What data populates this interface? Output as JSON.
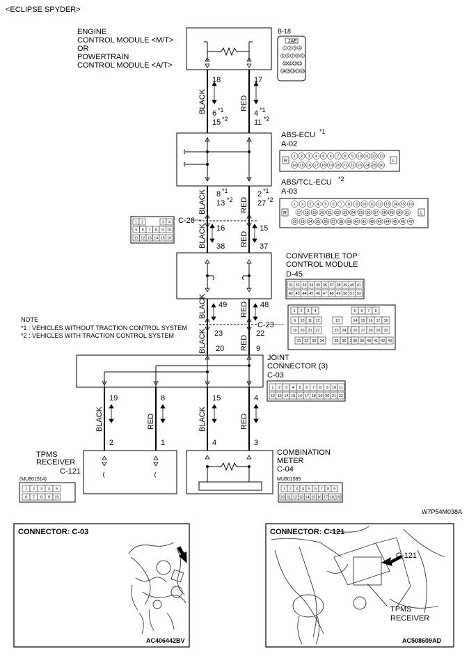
{
  "title": "<ECLIPSE SPYDER>",
  "engine_module": {
    "line1": "ENGINE",
    "line2": "CONTROL MODULE <M/T>",
    "line3": "OR",
    "line4": "POWERTRAIN",
    "line5": "CONTROL MODULE <A/T>",
    "connector_id": "B-18",
    "connector_tag": "JAE",
    "connector_pins": [
      "1",
      "2",
      "3",
      "4",
      "5",
      "6",
      "7",
      "8",
      "9",
      "10",
      "11",
      "12",
      "13",
      "14",
      "15",
      "16",
      "17",
      "18"
    ]
  },
  "wires_top": {
    "left_color": "BLACK",
    "right_color": "RED",
    "left_pin": "18",
    "right_pin": "17",
    "left_abs_a": "6",
    "left_abs_b": "15",
    "right_abs_a": "4",
    "right_abs_b": "11",
    "note1": "*1",
    "note2": "*2"
  },
  "abs_ecu": {
    "label": "ABS-ECU",
    "note": "*1",
    "connector_id": "A-02",
    "tag_left": "R",
    "tag_right": "L",
    "row1": [
      "1",
      "2",
      "3",
      "4",
      "5",
      "6",
      "7",
      "8",
      "9",
      "10",
      "11",
      "12",
      "13"
    ],
    "row2": [
      "14",
      "15",
      "16",
      "17",
      "18",
      "19",
      "20",
      "21",
      "22",
      "23",
      "24",
      "25",
      "26"
    ]
  },
  "abs_tcl_ecu": {
    "label": "ABS/TCL-ECU",
    "note": "*2",
    "connector_id": "A-03",
    "tag_left": "R",
    "tag_right": "L",
    "row1": [
      "1",
      "2",
      "3",
      "4",
      "5",
      "6",
      "7",
      "8",
      "9",
      "10",
      "11",
      "12",
      "13",
      "14",
      "15",
      "16"
    ],
    "row2": [
      "17",
      "18",
      "19",
      "20",
      "21",
      "22",
      "23",
      "24",
      "25",
      "26",
      "27",
      "28",
      "29",
      "30",
      "31"
    ],
    "row3": [
      "32",
      "33",
      "34",
      "35",
      "36",
      "37",
      "38",
      "39",
      "40",
      "41",
      "42",
      "43",
      "44",
      "45",
      "46",
      "47"
    ]
  },
  "wires_abs_out": {
    "left_a": "8",
    "left_b": "13",
    "right_a": "2",
    "right_b": "27",
    "left_color": "BLACK",
    "right_color": "RED"
  },
  "c26": {
    "connector_id": "C-26",
    "left_pin_in": "16",
    "right_pin_in": "15",
    "left_pin_out": "38",
    "right_pin_out": "37",
    "pins": [
      "1",
      "2",
      "3",
      "4",
      "5",
      "6",
      "7",
      "8",
      "9",
      "10",
      "11",
      "12",
      "13",
      "14",
      "15",
      "16"
    ]
  },
  "convertible_top": {
    "line1": "CONVERTIBLE TOP",
    "line2": "CONTROL MODULE",
    "connector_id": "D-45",
    "row1": [
      "31",
      "32",
      "33",
      "34",
      "35",
      "36",
      "37",
      "38",
      "39",
      "40",
      "41"
    ],
    "row2": [
      "42",
      "43",
      "44",
      "45",
      "46",
      "47",
      "48",
      "49",
      "50",
      "51",
      "52"
    ]
  },
  "c23": {
    "connector_id": "C-23",
    "left_pin_in": "49",
    "right_pin_in": "48",
    "left_pin_out": "23",
    "right_pin_out": "22",
    "left_color": "BLACK",
    "right_color": "RED",
    "pins": [
      "1",
      "2",
      "3",
      "4",
      "5",
      "6",
      "7",
      "8",
      "9",
      "10",
      "11",
      "12",
      "13",
      "14",
      "15",
      "16",
      "17",
      "18",
      "19",
      "20",
      "21",
      "22",
      "23",
      "24",
      "25",
      "26",
      "27",
      "28",
      "29",
      "30",
      "31",
      "32",
      "33",
      "34",
      "35",
      "36",
      "37",
      "38",
      "39",
      "40",
      "41",
      "42",
      "43"
    ]
  },
  "notes": {
    "heading": "NOTE",
    "n1": "*1 : VEHICLES WITHOUT TRACTION CONTROL SYSTEM",
    "n2": "*2 : VEHICLES WITH TRACTION CONTROL SYSTEM"
  },
  "joint": {
    "line1": "JOINT",
    "line2": "CONNECTOR (3)",
    "connector_id": "C-03",
    "pin_left": "20",
    "pin_right": "9",
    "row1": [
      "1",
      "2",
      "3",
      "4",
      "5",
      "6",
      "7",
      "8",
      "9",
      "10",
      "11"
    ],
    "row2": [
      "12",
      "13",
      "14",
      "15",
      "16",
      "17",
      "18",
      "19",
      "20",
      "21",
      "22"
    ]
  },
  "lower_wires": {
    "w1_pin": "19",
    "w1_color": "BLACK",
    "w2_pin": "8",
    "w2_color": "RED",
    "w3_pin": "15",
    "w3_color": "BLACK",
    "w4_pin": "4",
    "w4_color": "RED",
    "tpms_pin_a": "2",
    "tpms_pin_b": "1",
    "meter_pin_a": "4",
    "meter_pin_b": "3"
  },
  "tpms": {
    "line1": "TPMS",
    "line2": "RECEIVER",
    "connector_id": "C-121",
    "part_no": "(MU801514)",
    "pins": [
      "1",
      "2",
      "3",
      "4",
      "5",
      "6",
      "7",
      "8",
      "9",
      "10"
    ]
  },
  "meter": {
    "line1": "COMBINATION",
    "line2": "METER",
    "connector_id": "C-04",
    "part_no": "MU801589",
    "row1": [
      "1",
      "2",
      "3",
      "4",
      "5",
      "6",
      "7",
      "8",
      "9"
    ],
    "row2": [
      "10",
      "11",
      "12",
      "13",
      "14",
      "15",
      "16",
      "17",
      "18",
      "19"
    ]
  },
  "diagram_code": "W7P54M038A",
  "photo_left": {
    "title": "CONNECTOR: C-03",
    "code": "AC406442BV"
  },
  "photo_right": {
    "title": "CONNECTOR: C-121",
    "callout": "C-121",
    "label1": "TPMS",
    "label2": "RECEIVER",
    "code": "AC508609AD"
  }
}
